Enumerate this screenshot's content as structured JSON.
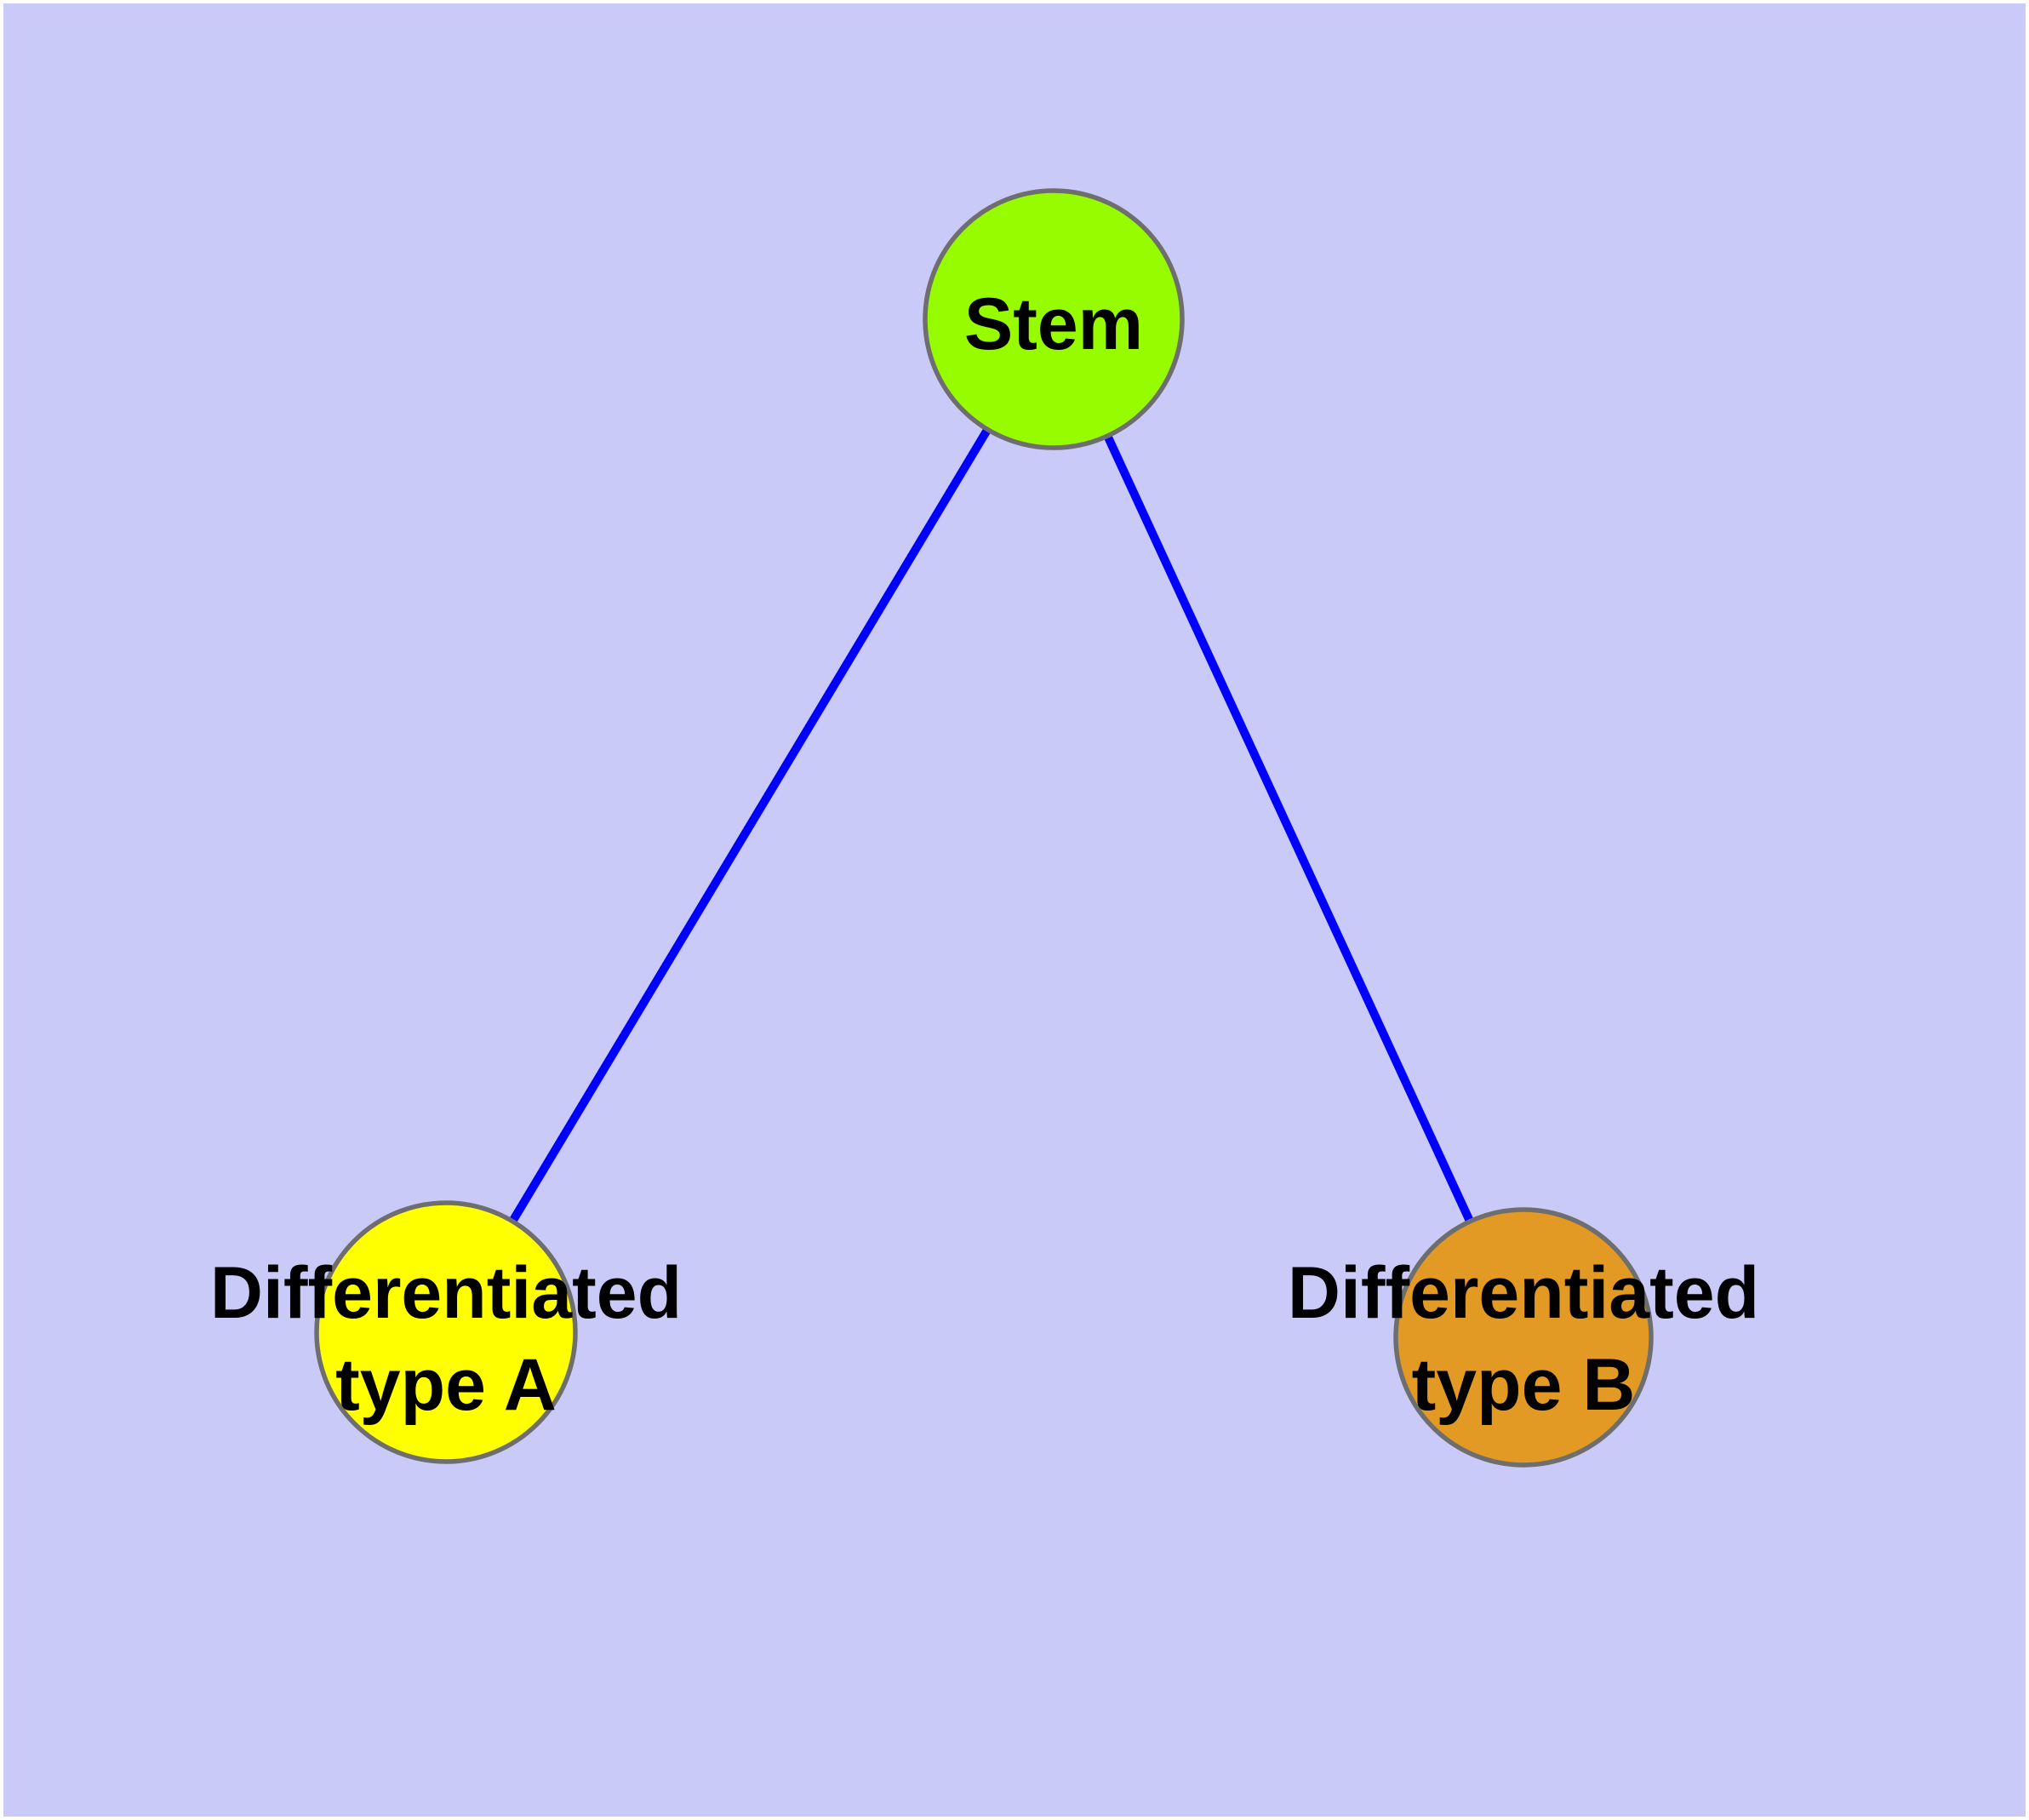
{
  "diagram": {
    "background_color": "#cacaf8",
    "frame_color": "#ffffff",
    "edge_color": "#0000ff",
    "node_border_color": "#6e6e6e",
    "label_color": "#000000",
    "nodes": {
      "stem": {
        "label": "Stem",
        "fill_color": "#98fc00"
      },
      "type_a": {
        "label_line1": "Differentiated",
        "label_line2": "type A",
        "fill_color": "#ffff00"
      },
      "type_b": {
        "label_line1": "Differentiated",
        "label_line2": "type B",
        "fill_color": "#e29a24"
      }
    },
    "edges": [
      {
        "from": "Stem",
        "to": "Differentiated type A"
      },
      {
        "from": "Stem",
        "to": "Differentiated type B"
      }
    ]
  }
}
